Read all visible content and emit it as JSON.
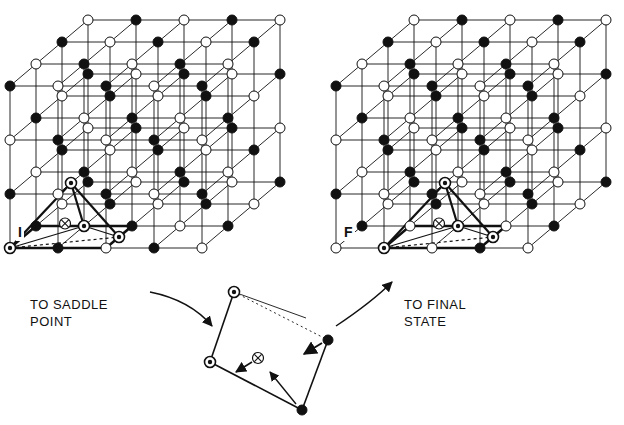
{
  "diagram": {
    "labels": [
      "I",
      "F",
      "TO SADDLE POINT",
      "TO FINAL STATE"
    ]
  }
}
